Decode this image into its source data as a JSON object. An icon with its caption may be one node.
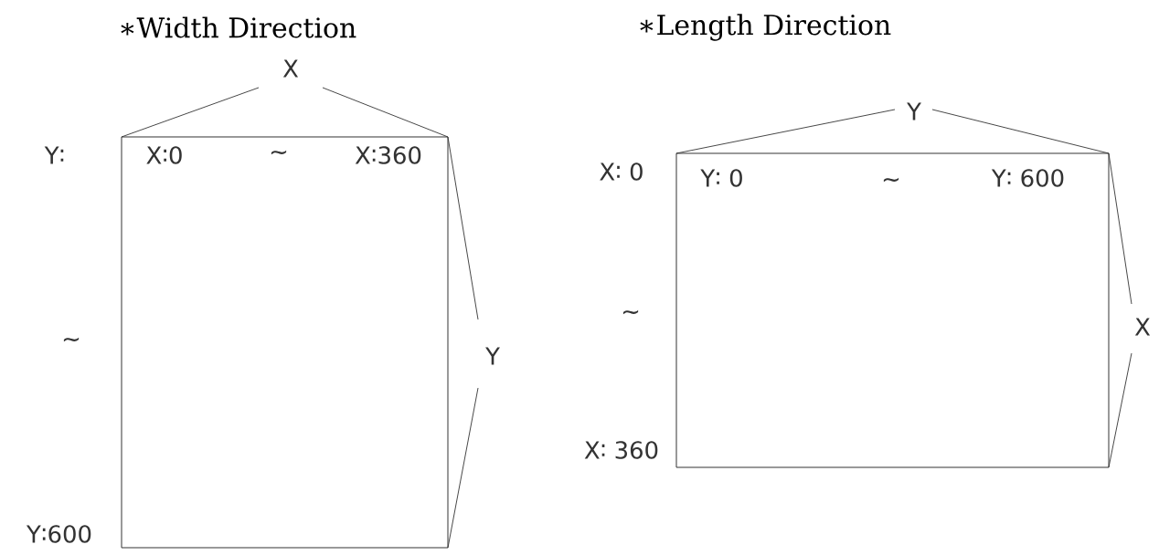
{
  "diagram": {
    "nodes": [
      {
        "text": [
          "X∶0",
          "∼",
          "X∶360"
        ]
      },
      {
        "text": [
          "Y∶ 0",
          "∼",
          "Y∶ 600"
        ]
      }
    ],
    "edges": [],
    "labels": [
      "∗Width Direction",
      "∗Length Direction",
      "X",
      "Y∶",
      "∼",
      "Y∶600",
      "Y",
      "Y",
      "X∶ 0",
      "∼",
      "X∶ 360",
      "X"
    ]
  }
}
